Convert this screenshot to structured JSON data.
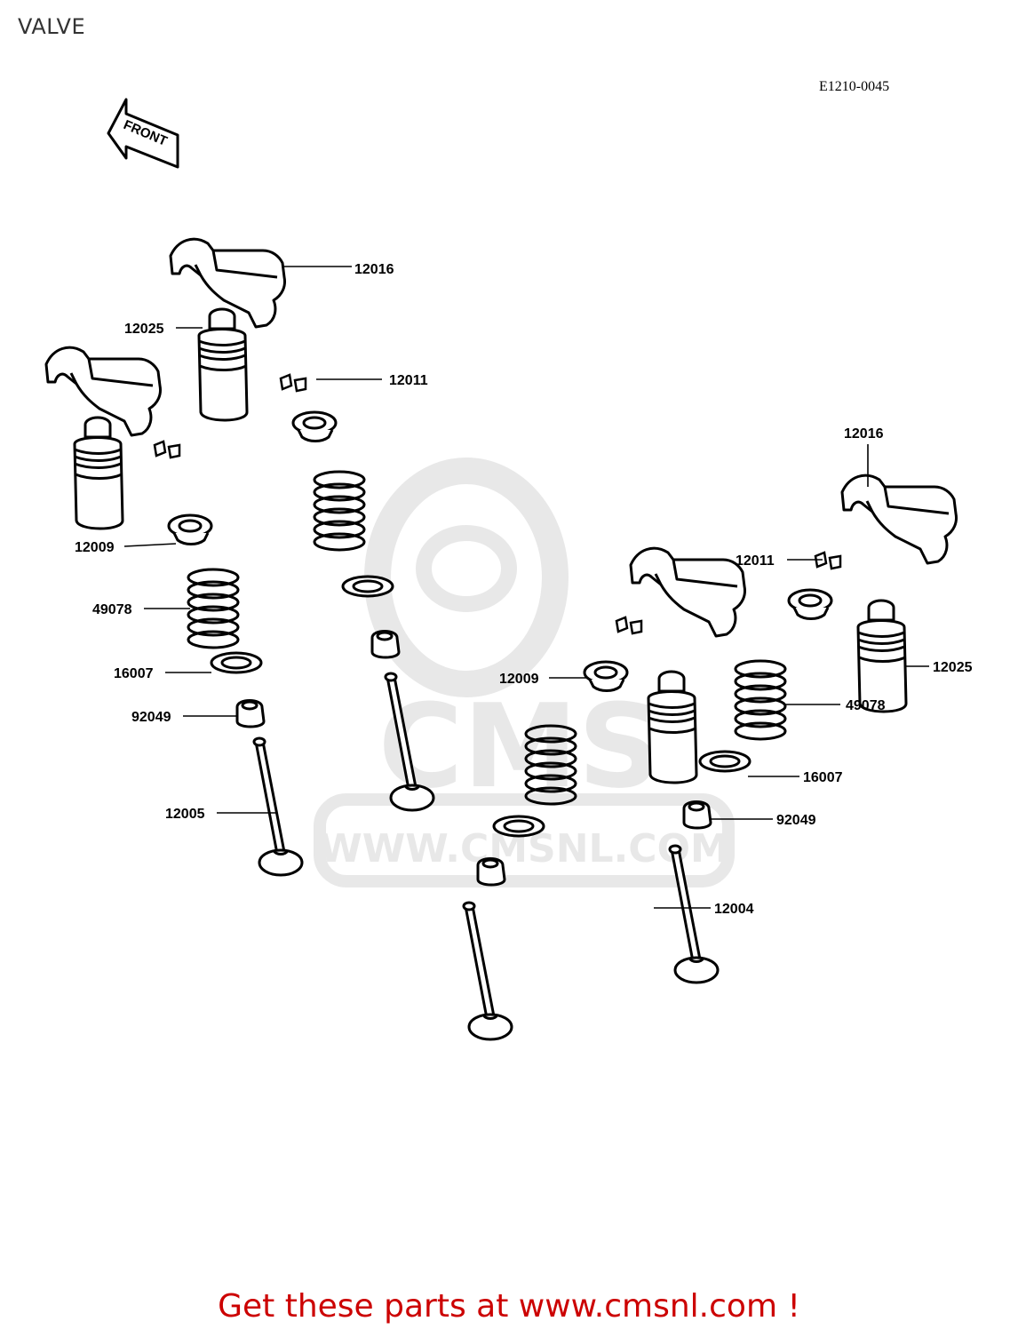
{
  "header": {
    "title": "VALVE",
    "diagram_code": "E1210-0045"
  },
  "front_arrow": {
    "label": "FRONT"
  },
  "watermark": {
    "brand": "CMS",
    "url": "WWW.CMSNL.COM"
  },
  "callouts": [
    {
      "id": "c1",
      "part": "12016"
    },
    {
      "id": "c2",
      "part": "12025"
    },
    {
      "id": "c3",
      "part": "12011"
    },
    {
      "id": "c4",
      "part": "12009"
    },
    {
      "id": "c5",
      "part": "49078"
    },
    {
      "id": "c6",
      "part": "16007"
    },
    {
      "id": "c7",
      "part": "92049"
    },
    {
      "id": "c8",
      "part": "12005"
    },
    {
      "id": "c9",
      "part": "12016"
    },
    {
      "id": "c10",
      "part": "12011"
    },
    {
      "id": "c11",
      "part": "12025"
    },
    {
      "id": "c12",
      "part": "12009"
    },
    {
      "id": "c13",
      "part": "49078"
    },
    {
      "id": "c14",
      "part": "16007"
    },
    {
      "id": "c15",
      "part": "92049"
    },
    {
      "id": "c16",
      "part": "12004"
    }
  ],
  "footer": {
    "cta": "Get these parts at www.cmsnl.com !"
  },
  "colors": {
    "cta": "#cc0000",
    "line": "#000000",
    "watermark": "#e8e8e8"
  }
}
